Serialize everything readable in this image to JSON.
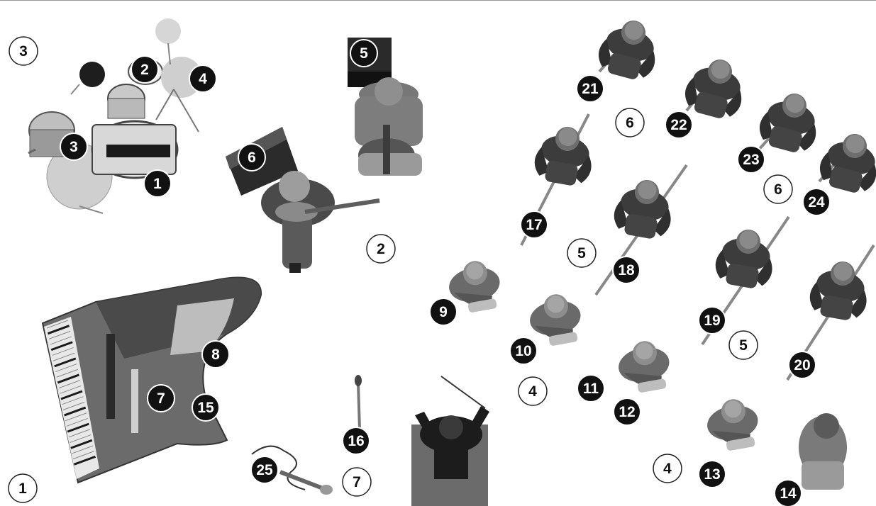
{
  "colors": {
    "background": "#ffffff",
    "filled_badge": "#111111",
    "filled_text": "#ffffff",
    "outline_badge_fill": "#ffffff",
    "outline_badge_stroke": "#222222",
    "outline_text": "#111111",
    "figure_dark": "#3c3c3c",
    "figure_mid": "#6e6e6e",
    "figure_light": "#a9a9a9",
    "instrument_light": "#cfcfcf"
  },
  "instruments": [
    {
      "id": "drum-kit",
      "icon": "drum-kit-icon"
    },
    {
      "id": "bass-amp",
      "icon": "amplifier-icon"
    },
    {
      "id": "upright-bass-player",
      "icon": "bass-player-icon"
    },
    {
      "id": "guitar-amp",
      "icon": "amplifier-icon"
    },
    {
      "id": "guitar-player",
      "icon": "guitarist-icon"
    },
    {
      "id": "grand-piano",
      "icon": "grand-piano-icon"
    },
    {
      "id": "vocal-mic-stand",
      "icon": "microphone-stand-icon"
    },
    {
      "id": "handheld-mic",
      "icon": "microphone-icon"
    },
    {
      "id": "conductor",
      "icon": "conductor-icon"
    },
    {
      "id": "saxophone-players",
      "icon": "saxophonist-icon"
    },
    {
      "id": "trombone-players",
      "icon": "trombonist-icon"
    },
    {
      "id": "trumpet-players",
      "icon": "trumpeter-icon"
    },
    {
      "id": "seated-player-14",
      "icon": "seated-musician-icon"
    }
  ],
  "numbered_labels": [
    {
      "text": "1",
      "style": "filled"
    },
    {
      "text": "2",
      "style": "filled"
    },
    {
      "text": "3",
      "style": "filled"
    },
    {
      "text": "4",
      "style": "filled"
    },
    {
      "text": "5",
      "style": "filled"
    },
    {
      "text": "6",
      "style": "filled"
    },
    {
      "text": "7",
      "style": "filled"
    },
    {
      "text": "8",
      "style": "filled"
    },
    {
      "text": "9",
      "style": "filled"
    },
    {
      "text": "10",
      "style": "filled"
    },
    {
      "text": "11",
      "style": "filled"
    },
    {
      "text": "12",
      "style": "filled"
    },
    {
      "text": "13",
      "style": "filled"
    },
    {
      "text": "14",
      "style": "filled"
    },
    {
      "text": "15",
      "style": "filled"
    },
    {
      "text": "16",
      "style": "filled"
    },
    {
      "text": "17",
      "style": "filled"
    },
    {
      "text": "18",
      "style": "filled"
    },
    {
      "text": "19",
      "style": "filled"
    },
    {
      "text": "20",
      "style": "filled"
    },
    {
      "text": "21",
      "style": "filled"
    },
    {
      "text": "22",
      "style": "filled"
    },
    {
      "text": "23",
      "style": "filled"
    },
    {
      "text": "24",
      "style": "filled"
    },
    {
      "text": "25",
      "style": "filled"
    }
  ],
  "section_labels": [
    {
      "text": "1",
      "style": "outline"
    },
    {
      "text": "2",
      "style": "outline"
    },
    {
      "text": "3",
      "style": "outline"
    },
    {
      "text": "4",
      "style": "outline"
    },
    {
      "text": "4",
      "style": "outline"
    },
    {
      "text": "5",
      "style": "outline"
    },
    {
      "text": "5",
      "style": "outline"
    },
    {
      "text": "6",
      "style": "outline"
    },
    {
      "text": "6",
      "style": "outline"
    },
    {
      "text": "7",
      "style": "outline"
    }
  ]
}
